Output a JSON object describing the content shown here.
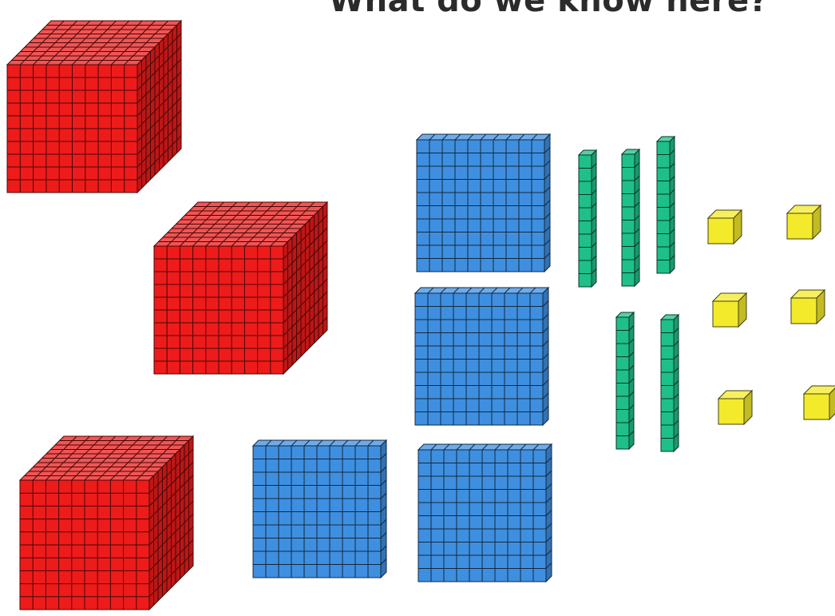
{
  "slide": {
    "title": "What do we know here?"
  },
  "colors": {
    "thousand": "#ee1b1b",
    "hundred": "#3f8fe0",
    "ten": "#1fbf8a",
    "one": "#f3ea2c",
    "title": "#2b2b2b"
  },
  "blocks": {
    "thousand_cubes": 3,
    "hundred_flats": 4,
    "ten_rods": 5,
    "unit_cubes": 6
  }
}
